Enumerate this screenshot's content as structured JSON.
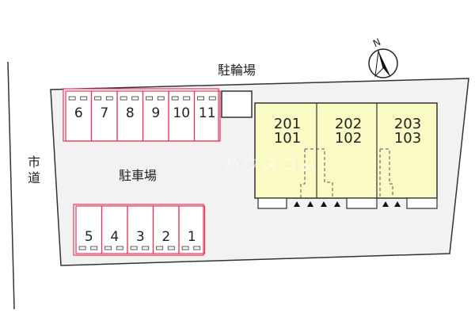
{
  "map": {
    "bicycle_parking_label": "駐輪場",
    "parking_lot_label": "駐車場",
    "road_label_line1": "市",
    "road_label_line2": "道",
    "north_label": "N",
    "watermark": "ハウスコム",
    "parking_top": [
      "6",
      "7",
      "8",
      "9",
      "10",
      "11"
    ],
    "parking_bottom": [
      "5",
      "4",
      "3",
      "2",
      "1"
    ],
    "units": [
      {
        "upper": "201",
        "lower": "101"
      },
      {
        "upper": "202",
        "lower": "102"
      },
      {
        "upper": "203",
        "lower": "103"
      }
    ],
    "colors": {
      "parking_stall": "#e8335c",
      "building_fill": "#fafac4",
      "lot_fill": "#f2f2f2",
      "outline": "#333333"
    }
  }
}
